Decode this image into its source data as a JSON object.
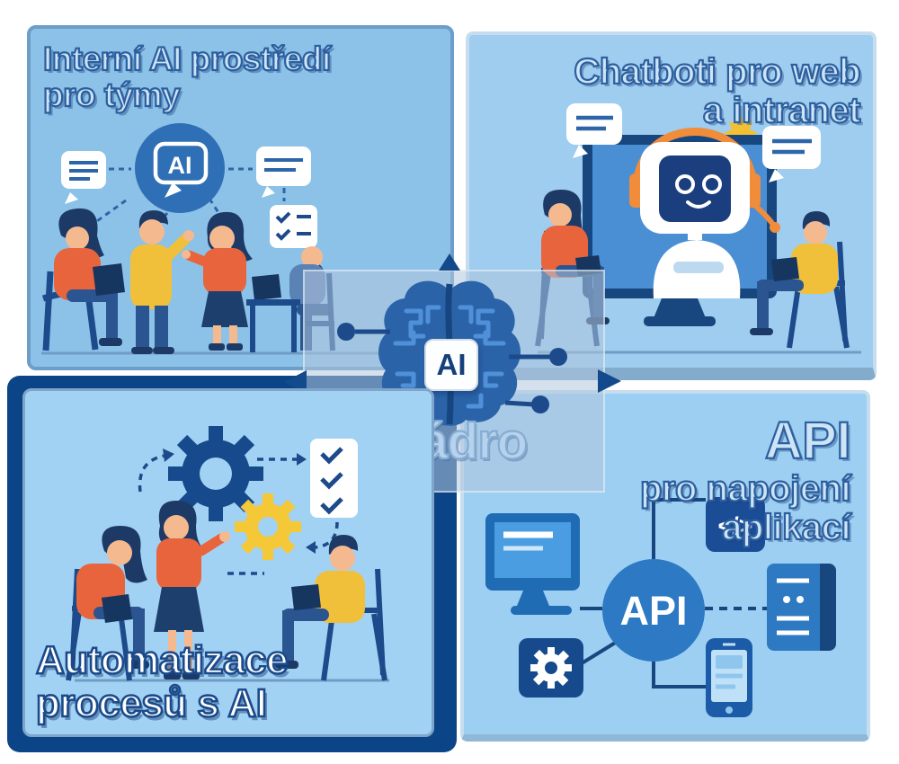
{
  "center": {
    "chip_label": "AI",
    "caption": "jádro"
  },
  "panels": {
    "team_ai": {
      "title_line1": "Interní AI prostředí",
      "title_line2": "pro týmy",
      "bubble_label": "AI"
    },
    "chatbots": {
      "title_line1": "Chatboti pro web",
      "title_line2": "a intranet"
    },
    "automation": {
      "title_line1": "Automatizace",
      "title_line2": "procesů s AI"
    },
    "api": {
      "title_line1": "API",
      "title_line2": "pro napojení",
      "title_line3": "aplikací",
      "hub_label": "API",
      "code_glyph": "</>"
    }
  },
  "colors": {
    "navy": "#0c4587",
    "line_navy": "#1c4a8a",
    "brain_blue": "#2b63a9",
    "accent_blue": "#2d79c4",
    "panel_blue_dark": "#8cc2e8",
    "panel_blue_light": "#9ecdf0",
    "orange": "#e8643c",
    "yellow": "#f3c233",
    "skin": "#f5b98f",
    "title_fill": "#cde4f7",
    "title_stroke": "#2c5f9e"
  }
}
